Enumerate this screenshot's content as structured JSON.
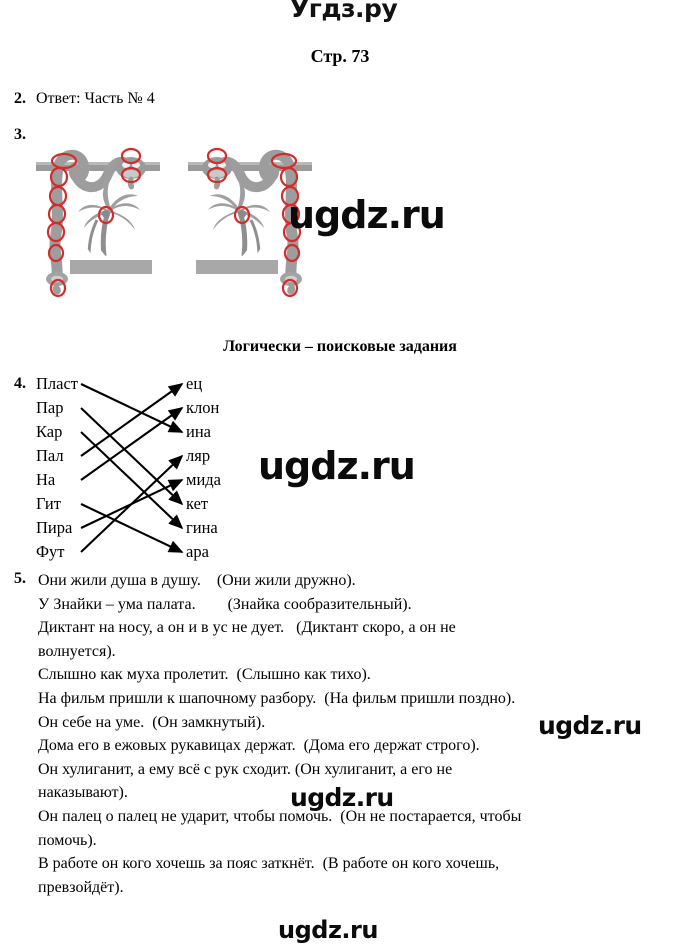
{
  "site": {
    "logo_text": "Угдз.ру"
  },
  "page": {
    "page_label": "Стр. 73"
  },
  "exercise2": {
    "number": "2.",
    "text": "Ответ: Часть № 4"
  },
  "exercise3": {
    "number": "3.",
    "illustration_alt": "Две картинки со змеёй-обезьяной и пальмой; красными овалами отмечены отличия",
    "marker_color": "#d62b2b",
    "drawing_color": "#8c8c8c"
  },
  "section_heading": {
    "title": "Логически – поисковые задания"
  },
  "exercise4": {
    "number": "4.",
    "left_items": [
      "Пласт",
      "Пар",
      "Кар",
      "Пал",
      "На",
      "Гит",
      "Пира",
      "Фут"
    ],
    "right_items": [
      "ец",
      "клон",
      "ина",
      "ляр",
      "мида",
      "кет",
      "гина",
      "ара"
    ],
    "matches": [
      {
        "from": 0,
        "to": 2
      },
      {
        "from": 1,
        "to": 5
      },
      {
        "from": 2,
        "to": 6
      },
      {
        "from": 3,
        "to": 0
      },
      {
        "from": 4,
        "to": 1
      },
      {
        "from": 5,
        "to": 7
      },
      {
        "from": 6,
        "to": 4
      },
      {
        "from": 7,
        "to": 3
      }
    ]
  },
  "exercise5": {
    "number": "5.",
    "lines": [
      "Они жили душа в душу.    (Они жили дружно).",
      "У Знайки – ума палата.        (Знайка сообразительный).",
      "Диктант на носу, а он и в ус не дует.   (Диктант скоро, а он не",
      "волнуется).",
      "Слышно как муха пролетит.  (Слышно как тихо).",
      "На фильм пришли к шапочному разбору.  (На фильм пришли поздно).",
      "Он себе на уме.  (Он замкнутый).",
      "Дома его в ежовых рукавицах держат.  (Дома его держат строго).",
      "Он хулиганит, а ему всё с рук сходит. (Он хулиганит, а его не",
      "наказывают).",
      "Он палец о палец не ударит, чтобы помочь.  (Он не постарается, чтобы",
      "помочь).",
      "В работе он кого хочешь за пояс заткнёт.  (В работе он кого хочешь,",
      "превзойдёт)."
    ]
  },
  "watermarks": {
    "w1": "ugdz.ru",
    "w2": "ugdz.ru",
    "w3": "ugdz.ru",
    "w4": "ugdz.ru",
    "w5": "ugdz.ru"
  }
}
